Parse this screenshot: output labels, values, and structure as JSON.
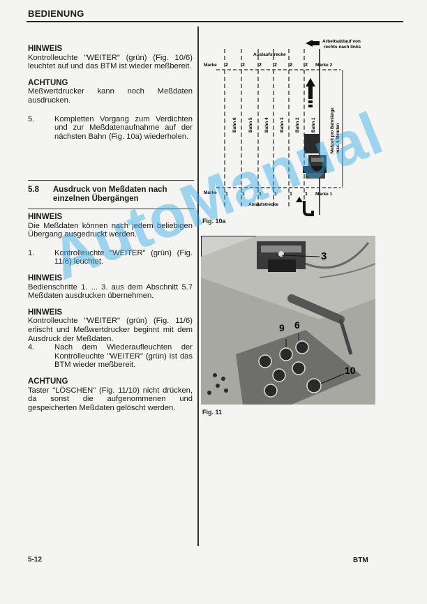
{
  "header": {
    "title": "BEDIENUNG"
  },
  "left": {
    "hinweis1": {
      "title": "HINWEIS",
      "text": "Kontrolleuchte \"WEITER\" (grün) (Fig. 10/6) leuchtet auf und das BTM ist wieder meßbereit."
    },
    "achtung1": {
      "title": "ACHTUNG",
      "text": "Meßwertdrucker kann noch Meßdaten ausdrucken."
    },
    "step5": {
      "num": "5.",
      "text": "Kompletten Vorgang zum Verdichten und zur Meßdatenaufnahme auf der nächsten Bahn (Fig. 10a) wiederholen."
    },
    "section": {
      "num": "5.8",
      "title": "Ausdruck von Meßdaten nach einzelnen Übergängen"
    },
    "hinweis2": {
      "title": "HINWEIS",
      "text": "Die Meßdaten können nach jedem beliebigen Übergang ausgedruckt werden."
    },
    "step1": {
      "num": "1.",
      "text": "Kontrolleuchte \"WEITER\" (grün) (Fig. 11/6) leuchtet."
    },
    "hinweis3": {
      "title": "HINWEIS",
      "text": "Bedienschritte 1. ... 3. aus dem Abschnitt 5.7 Meßdaten ausdrucken übernehmen."
    },
    "hinweis4": {
      "title": "HINWEIS",
      "text": "Kontrolleuchte \"WEITER\" (grün) (Fig. 11/6) erlischt und Meßwertdrucker beginnt mit dem Ausdruck der Meßdaten."
    },
    "step4": {
      "num": "4.",
      "text": "Nach dem Wiederaufleuchten der Kontrolleuchte \"WEITER\" (grün) ist das BTM wieder meßbereit."
    },
    "achtung2": {
      "title": "ACHTUNG",
      "text": "Taster \"LÖSCHEN\" (Fig. 11/10) nicht drücken, da sonst die aufgenommenen und gespeicherten Meßdaten gelöscht werden."
    }
  },
  "fig10a": {
    "caption": "Fig. 10a",
    "arbeitsablauf_line1": "Arbeitsablauf von",
    "arbeitsablauf_line2": "rechts nach links",
    "auslaufstrecke": "Auslaufstrecke",
    "anlaufstrecke": "Anlaufstrecke",
    "marke": "Marke",
    "marke2": "Marke 2",
    "marke1": "Marke 1",
    "bahnen": [
      "Bahn 6",
      "Bahn 5",
      "Bahn 4",
      "Bahn 3",
      "Bahn 2",
      "Bahn 1"
    ],
    "top_numbers": [
      "2",
      "2",
      "2",
      "2",
      "2",
      "2"
    ],
    "bottom_numbers": [
      "1",
      "1",
      "1",
      "1",
      "1",
      "1"
    ],
    "messzeit": "Meßzeit pro Bahnlänge",
    "messzeit2": "max. 6 Minuten"
  },
  "fig11": {
    "caption": "Fig. 11",
    "callouts": [
      "3",
      "9",
      "6",
      "10"
    ]
  },
  "footer": {
    "page": "5-12",
    "brand": "BTM"
  },
  "watermark": "AutoManual"
}
